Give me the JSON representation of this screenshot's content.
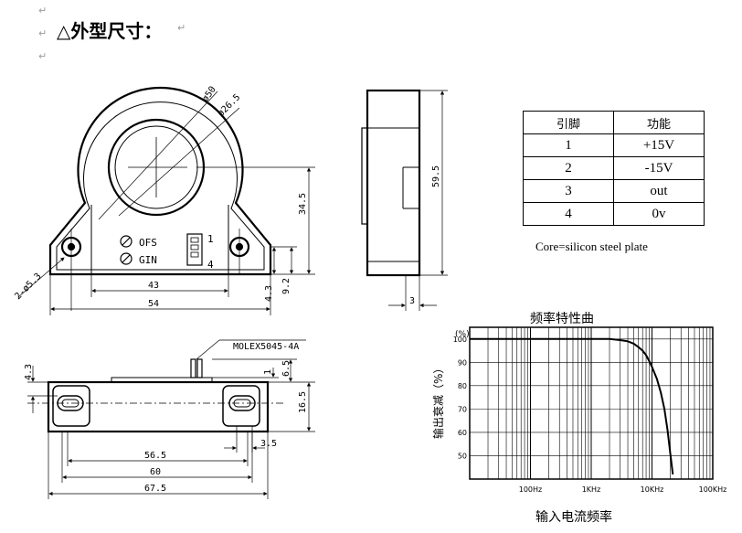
{
  "heading": {
    "title": "△外型尺寸：",
    "paragraph_mark": "↵"
  },
  "front_view": {
    "dia_outer": "ø50",
    "dia_inner": "ø26.5",
    "hole_label": "2-ø5.3",
    "ofs_label": "OFS",
    "gin_label": "GIN",
    "pin1": "1",
    "pin4": "4",
    "dim_43": "43",
    "dim_54": "54",
    "dim_345": "34.5",
    "dim_43v": "4.3",
    "dim_92": "9.2"
  },
  "side_view": {
    "dim_595": "59.5",
    "dim_3": "3"
  },
  "pin_table": {
    "headers": [
      "引脚",
      "功能"
    ],
    "rows": [
      [
        "1",
        "+15V"
      ],
      [
        "2",
        "-15V"
      ],
      [
        "3",
        "out"
      ],
      [
        "4",
        "0v"
      ]
    ]
  },
  "core_note": "Core=silicon steel plate",
  "bottom_view": {
    "connector": "MOLEX5045-4A",
    "dim_565": "56.5",
    "dim_60": "60",
    "dim_675": "67.5",
    "dim_35": "3.5",
    "dim_43": "4.3",
    "dim_1": "1",
    "dim_65": "6.5",
    "dim_165": "16.5"
  },
  "chart_data": {
    "type": "line",
    "title": "频率特性曲",
    "xlabel": "输入电流频率",
    "ylabel": "输出衰减（%）",
    "y_unit": "(%)",
    "x_scale": "log",
    "xlim": [
      10,
      100000
    ],
    "ylim": [
      40,
      105
    ],
    "x_ticks": [
      {
        "value": 100,
        "label": "100Hz"
      },
      {
        "value": 1000,
        "label": "1KHz"
      },
      {
        "value": 10000,
        "label": "10KHz"
      },
      {
        "value": 100000,
        "label": "100KHz"
      }
    ],
    "y_ticks": [
      100,
      90,
      80,
      70,
      60,
      50
    ],
    "grid": true,
    "series": [
      {
        "x": [
          10,
          100,
          1000,
          2000,
          3000,
          4000,
          5000,
          6000,
          7000,
          8000,
          9000,
          10000,
          12000,
          14000,
          16000,
          18000,
          20000,
          22000
        ],
        "values": [
          100,
          100,
          100,
          100,
          99.5,
          99,
          98,
          96.5,
          95,
          93,
          90.5,
          88,
          83,
          77,
          70,
          61,
          51,
          42
        ]
      }
    ]
  }
}
